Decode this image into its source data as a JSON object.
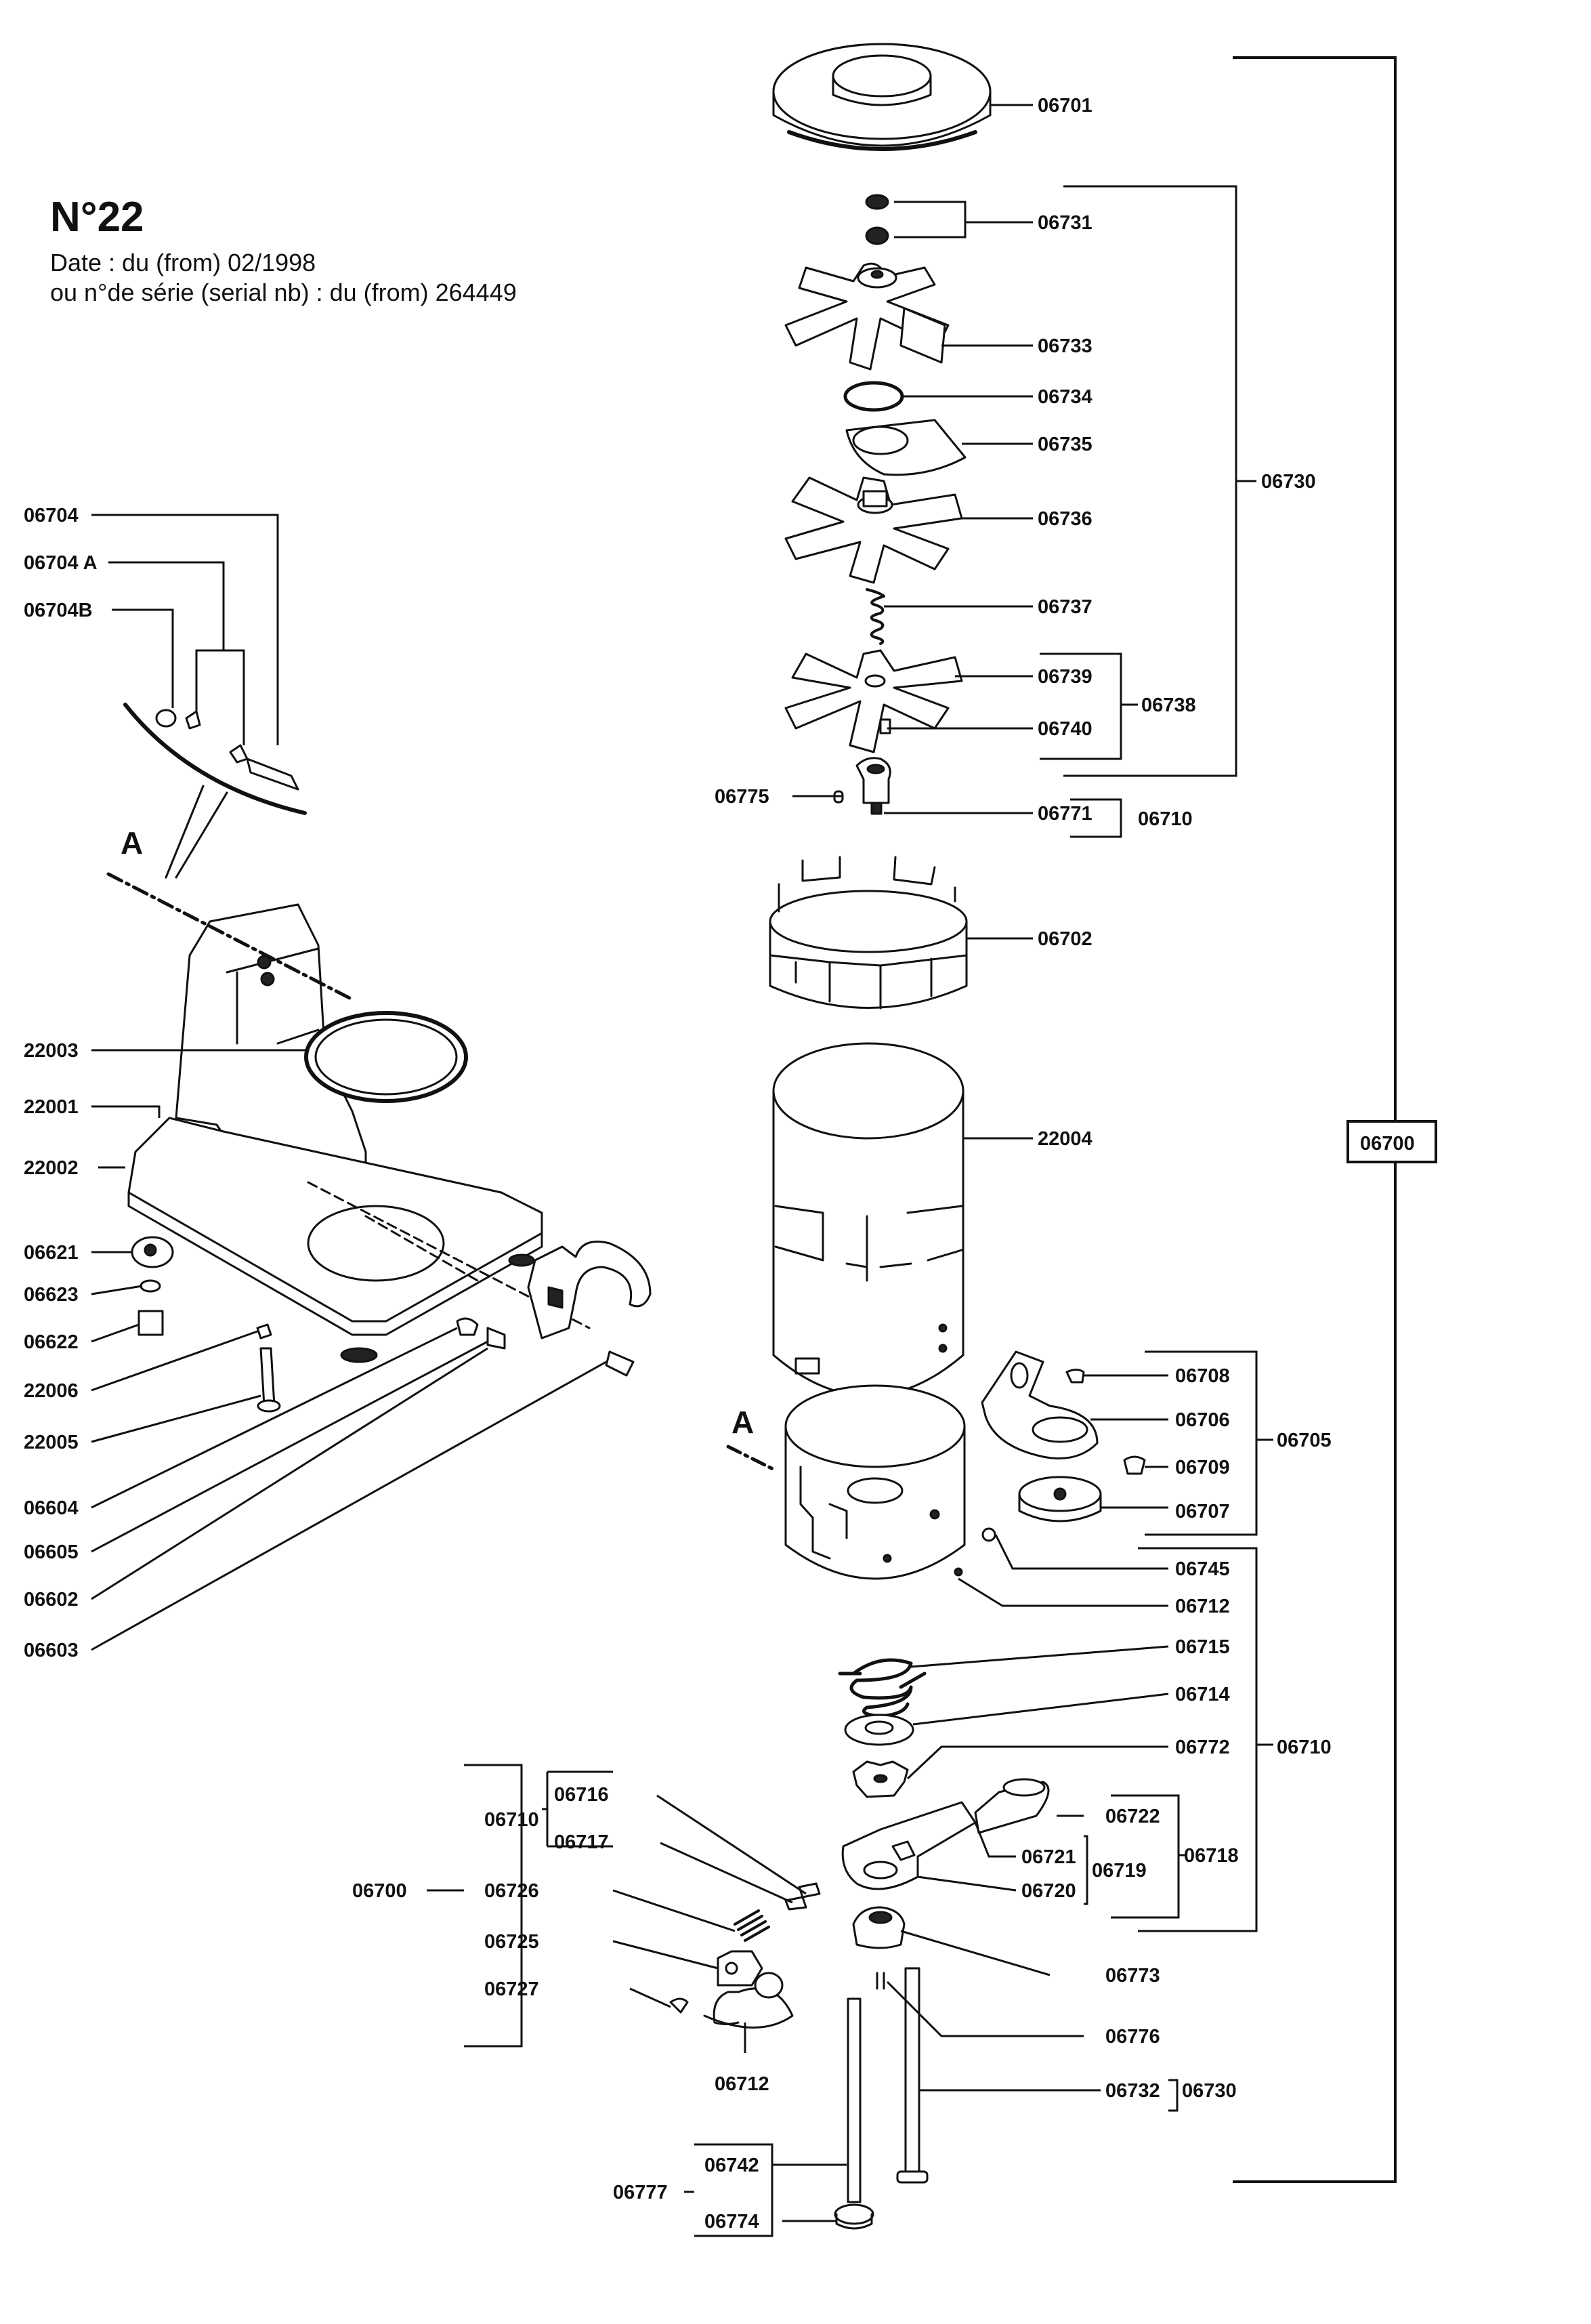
{
  "header": {
    "number": "N°22",
    "date_line": "Date : du (from) 02/1998",
    "serial_line": "ou n°de série (serial nb) : du (from) 264449"
  },
  "section_marker": "A",
  "parts": {
    "p06701": "06701",
    "p06731": "06731",
    "p06733": "06733",
    "p06734": "06734",
    "p06735": "06735",
    "p06736": "06736",
    "p06737": "06737",
    "p06739": "06739",
    "p06740": "06740",
    "p06738": "06738",
    "p06730": "06730",
    "p06775": "06775",
    "p06771": "06771",
    "p06710": "06710",
    "p06702": "06702",
    "p22004": "22004",
    "p06700": "06700",
    "p06708": "06708",
    "p06706": "06706",
    "p06709": "06709",
    "p06707": "06707",
    "p06705": "06705",
    "p06745": "06745",
    "p06712": "06712",
    "p06715": "06715",
    "p06714": "06714",
    "p06772": "06772",
    "p06716": "06716",
    "p06717": "06717",
    "p06726": "06726",
    "p06725": "06725",
    "p06727": "06727",
    "p06722": "06722",
    "p06721": "06721",
    "p06720": "06720",
    "p06719": "06719",
    "p06718": "06718",
    "p06773": "06773",
    "p06776": "06776",
    "p06732": "06732",
    "p06742": "06742",
    "p06774": "06774",
    "p06777": "06777",
    "p06704": "06704",
    "p06704A": "06704 A",
    "p06704B": "06704B",
    "p22003": "22003",
    "p22001": "22001",
    "p22002": "22002",
    "p06621": "06621",
    "p06623": "06623",
    "p06622": "06622",
    "p22006": "22006",
    "p22005": "22005",
    "p06604": "06604",
    "p06605": "06605",
    "p06602": "06602",
    "p06603": "06603"
  }
}
